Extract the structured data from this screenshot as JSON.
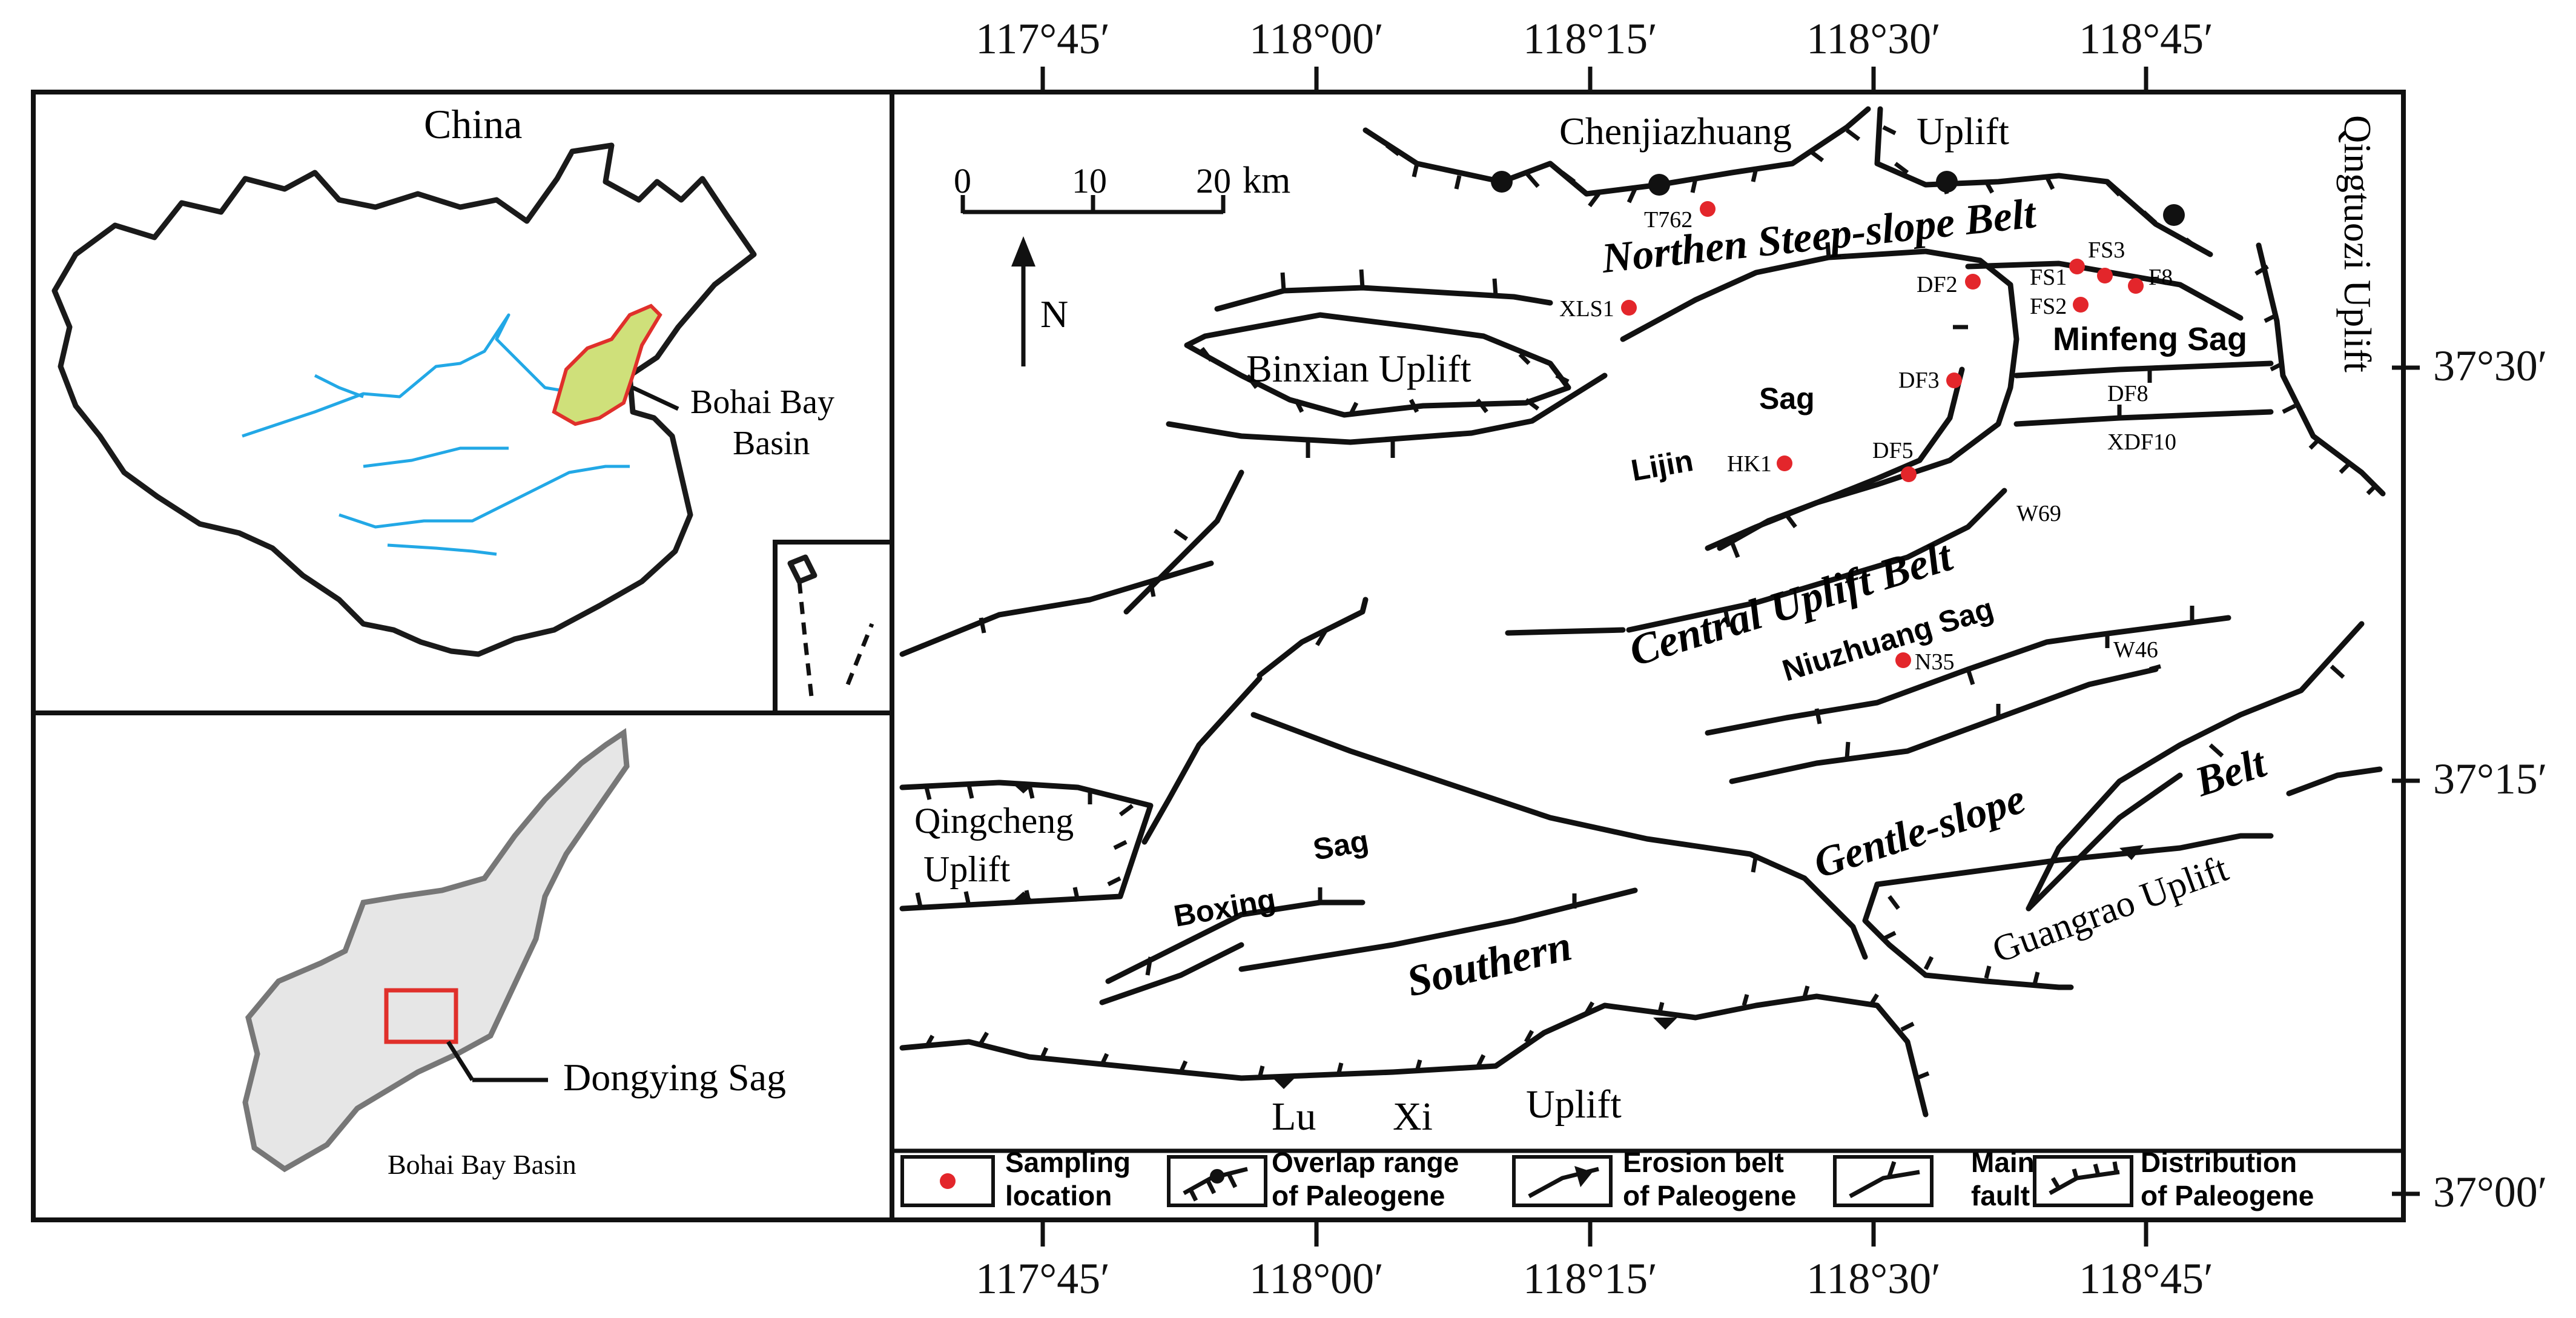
{
  "longitude_labels": [
    "117°45′",
    "118°00′",
    "118°15′",
    "118°30′",
    "118°45′"
  ],
  "latitude_labels": [
    "37°30′",
    "37°15′",
    "37°00′"
  ],
  "inset_china": {
    "country_label": "China",
    "basin_label_line1": "Bohai Bay",
    "basin_label_line2": "Basin",
    "basin_fill": "#cfe07a",
    "basin_outline": "#e0302b",
    "river_color": "#22a8e6"
  },
  "inset_basin": {
    "area_label": "Dongying Sag",
    "basin_caption": "Bohai Bay Basin",
    "basin_fill": "#e6e6e6",
    "box_color": "#e0302b"
  },
  "scale_bar": {
    "ticks": [
      "0",
      "10",
      "20"
    ],
    "unit": "km"
  },
  "north_label": "N",
  "regions": {
    "chenjiazhuang": "Chenjiazhuang",
    "uplift_north": "Uplift",
    "qingtuozi": "Qingtuozi Uplift",
    "northern_belt": "Northen Steep-slope Belt",
    "binxian": "Binxian Uplift",
    "minfeng": "Minfeng Sag",
    "lijin": "Lijin",
    "lijin_sag": "Sag",
    "central_belt": "Central Uplift Belt",
    "niuzhuang": "Niuzhuang Sag",
    "qingcheng_1": "Qingcheng",
    "qingcheng_2": "Uplift",
    "boxing": "Boxing",
    "boxing_sag": "Sag",
    "southern": "Southern",
    "gentle": "Gentle-slope",
    "belt": "Belt",
    "guangrao": "Guangrao Uplift",
    "luxi_1": "Lu",
    "luxi_2": "Xi",
    "luxi_3": "Uplift"
  },
  "samples": [
    "T762",
    "XLS1",
    "DF2",
    "FS1",
    "FS3",
    "FS2",
    "F8",
    "DF3",
    "HK1",
    "DF5",
    "N35"
  ],
  "well_labels": [
    "DF8",
    "XDF10",
    "W69",
    "W46"
  ],
  "legend": {
    "sampling_1": "Sampling",
    "sampling_2": "location",
    "overlap_1": "Overlap range",
    "overlap_2": "of Paleogene",
    "erosion_1": "Erosion belt",
    "erosion_2": "of Paleogene",
    "fault_1": "Main",
    "fault_2": "fault",
    "dist_1": "Distribution",
    "dist_2": "of Paleogene"
  }
}
